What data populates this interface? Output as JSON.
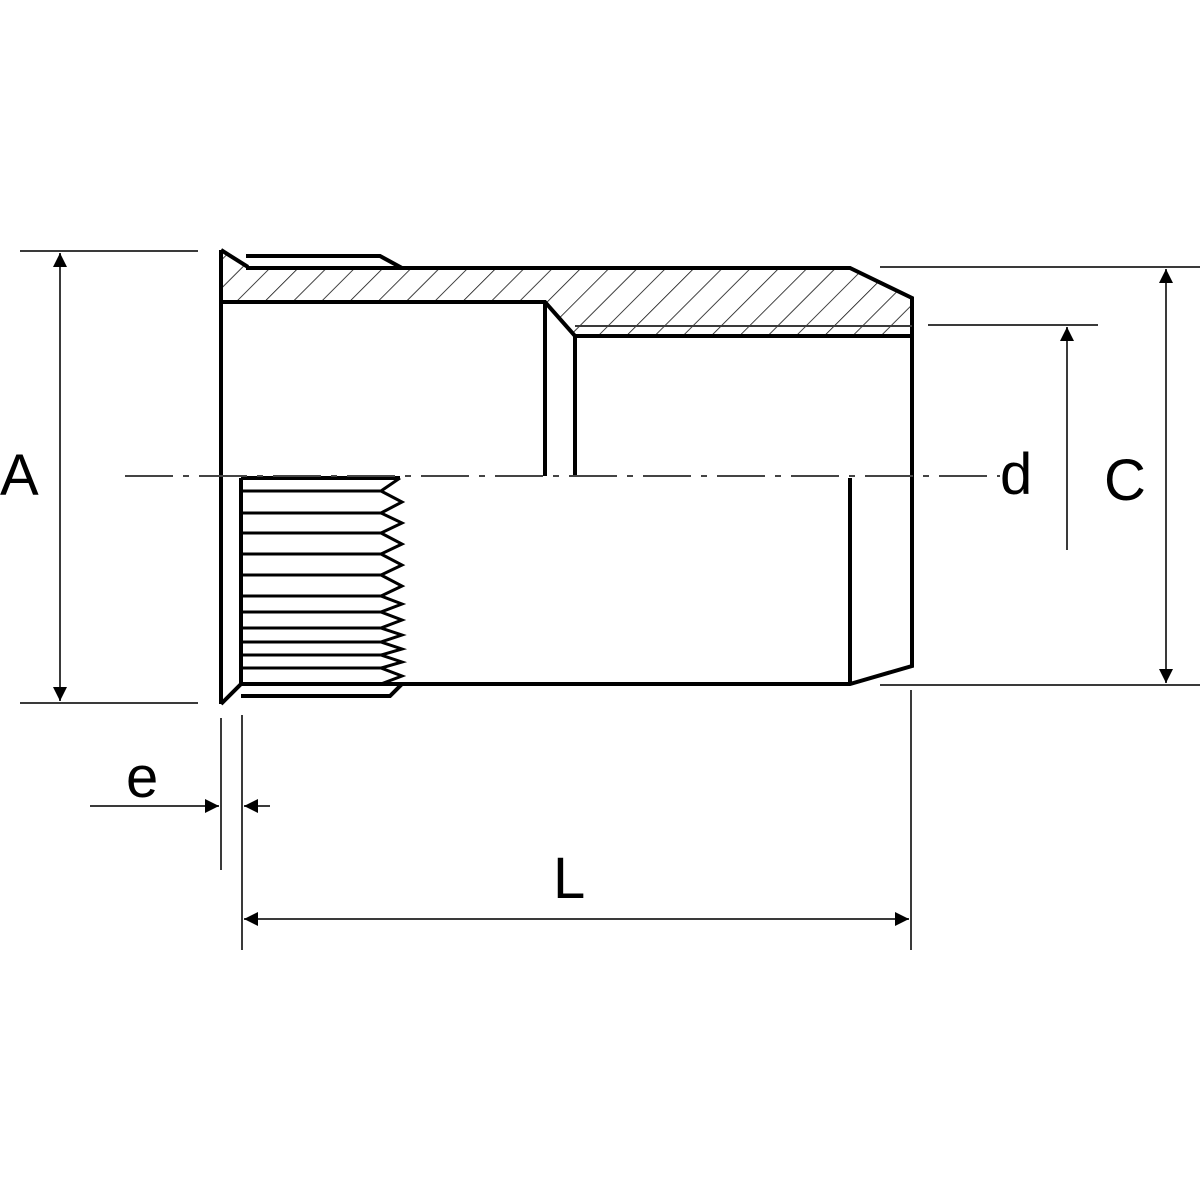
{
  "figure": {
    "subject": "rivet-nut-section",
    "background": "#ffffff",
    "line_color": "#000000"
  },
  "dimensions": {
    "A": {
      "label": "A",
      "meaning": "head-diameter"
    },
    "C": {
      "label": "C",
      "meaning": "body-outer-diameter"
    },
    "d": {
      "label": "d",
      "meaning": "thread-size"
    },
    "e": {
      "label": "e",
      "meaning": "head-thickness"
    },
    "L": {
      "label": "L",
      "meaning": "length"
    }
  }
}
